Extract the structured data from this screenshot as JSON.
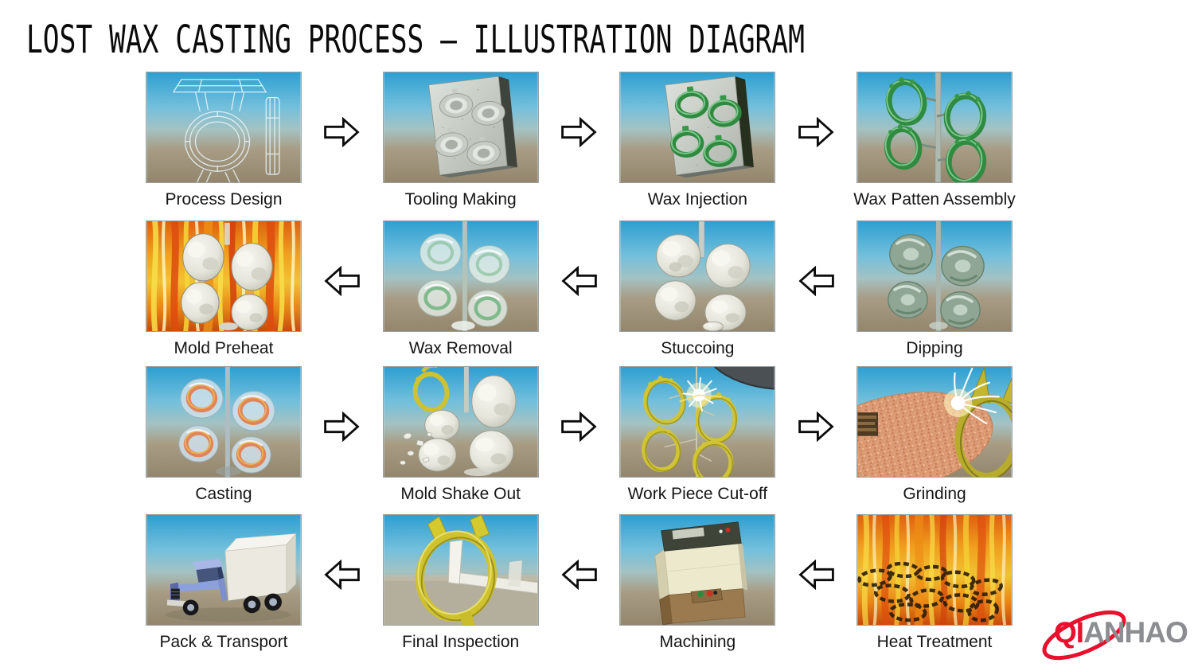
{
  "title": "LOST WAX CASTING PROCESS – ILLUSTRATION DIAGRAM",
  "rows": [
    {
      "direction": "right",
      "steps": [
        {
          "label": "Process Design"
        },
        {
          "label": "Tooling Making"
        },
        {
          "label": "Wax Injection"
        },
        {
          "label": "Wax Patten Assembly"
        }
      ]
    },
    {
      "direction": "left",
      "steps": [
        {
          "label": "Mold Preheat"
        },
        {
          "label": "Wax Removal"
        },
        {
          "label": "Stuccoing"
        },
        {
          "label": "Dipping"
        }
      ]
    },
    {
      "direction": "right",
      "steps": [
        {
          "label": "Casting"
        },
        {
          "label": "Mold Shake Out"
        },
        {
          "label": "Work Piece Cut-off"
        },
        {
          "label": "Grinding"
        }
      ]
    },
    {
      "direction": "left",
      "steps": [
        {
          "label": "Pack & Transport"
        },
        {
          "label": "Final Inspection"
        },
        {
          "label": "Machining"
        },
        {
          "label": "Heat Treatment"
        }
      ]
    }
  ],
  "logo": {
    "brand": "QIANHAO",
    "red_text": "QI",
    "gray_text": "ANHAO",
    "red_color": "#E8112D",
    "gray_color": "#8B8D90"
  },
  "colors": {
    "background": "#FFFFFF",
    "title_text": "#0A0A0A",
    "label_text": "#151515",
    "sky_top": "#2E9FD1",
    "sky_bottom": "#93866D",
    "wax_green": "#2E8B40",
    "ceramic_shell": "#E6E6DC",
    "fire_orange": "#F0A01E",
    "cast_metal_yellow": "#D0C434",
    "arrow_outline": "#0C0C0C"
  }
}
